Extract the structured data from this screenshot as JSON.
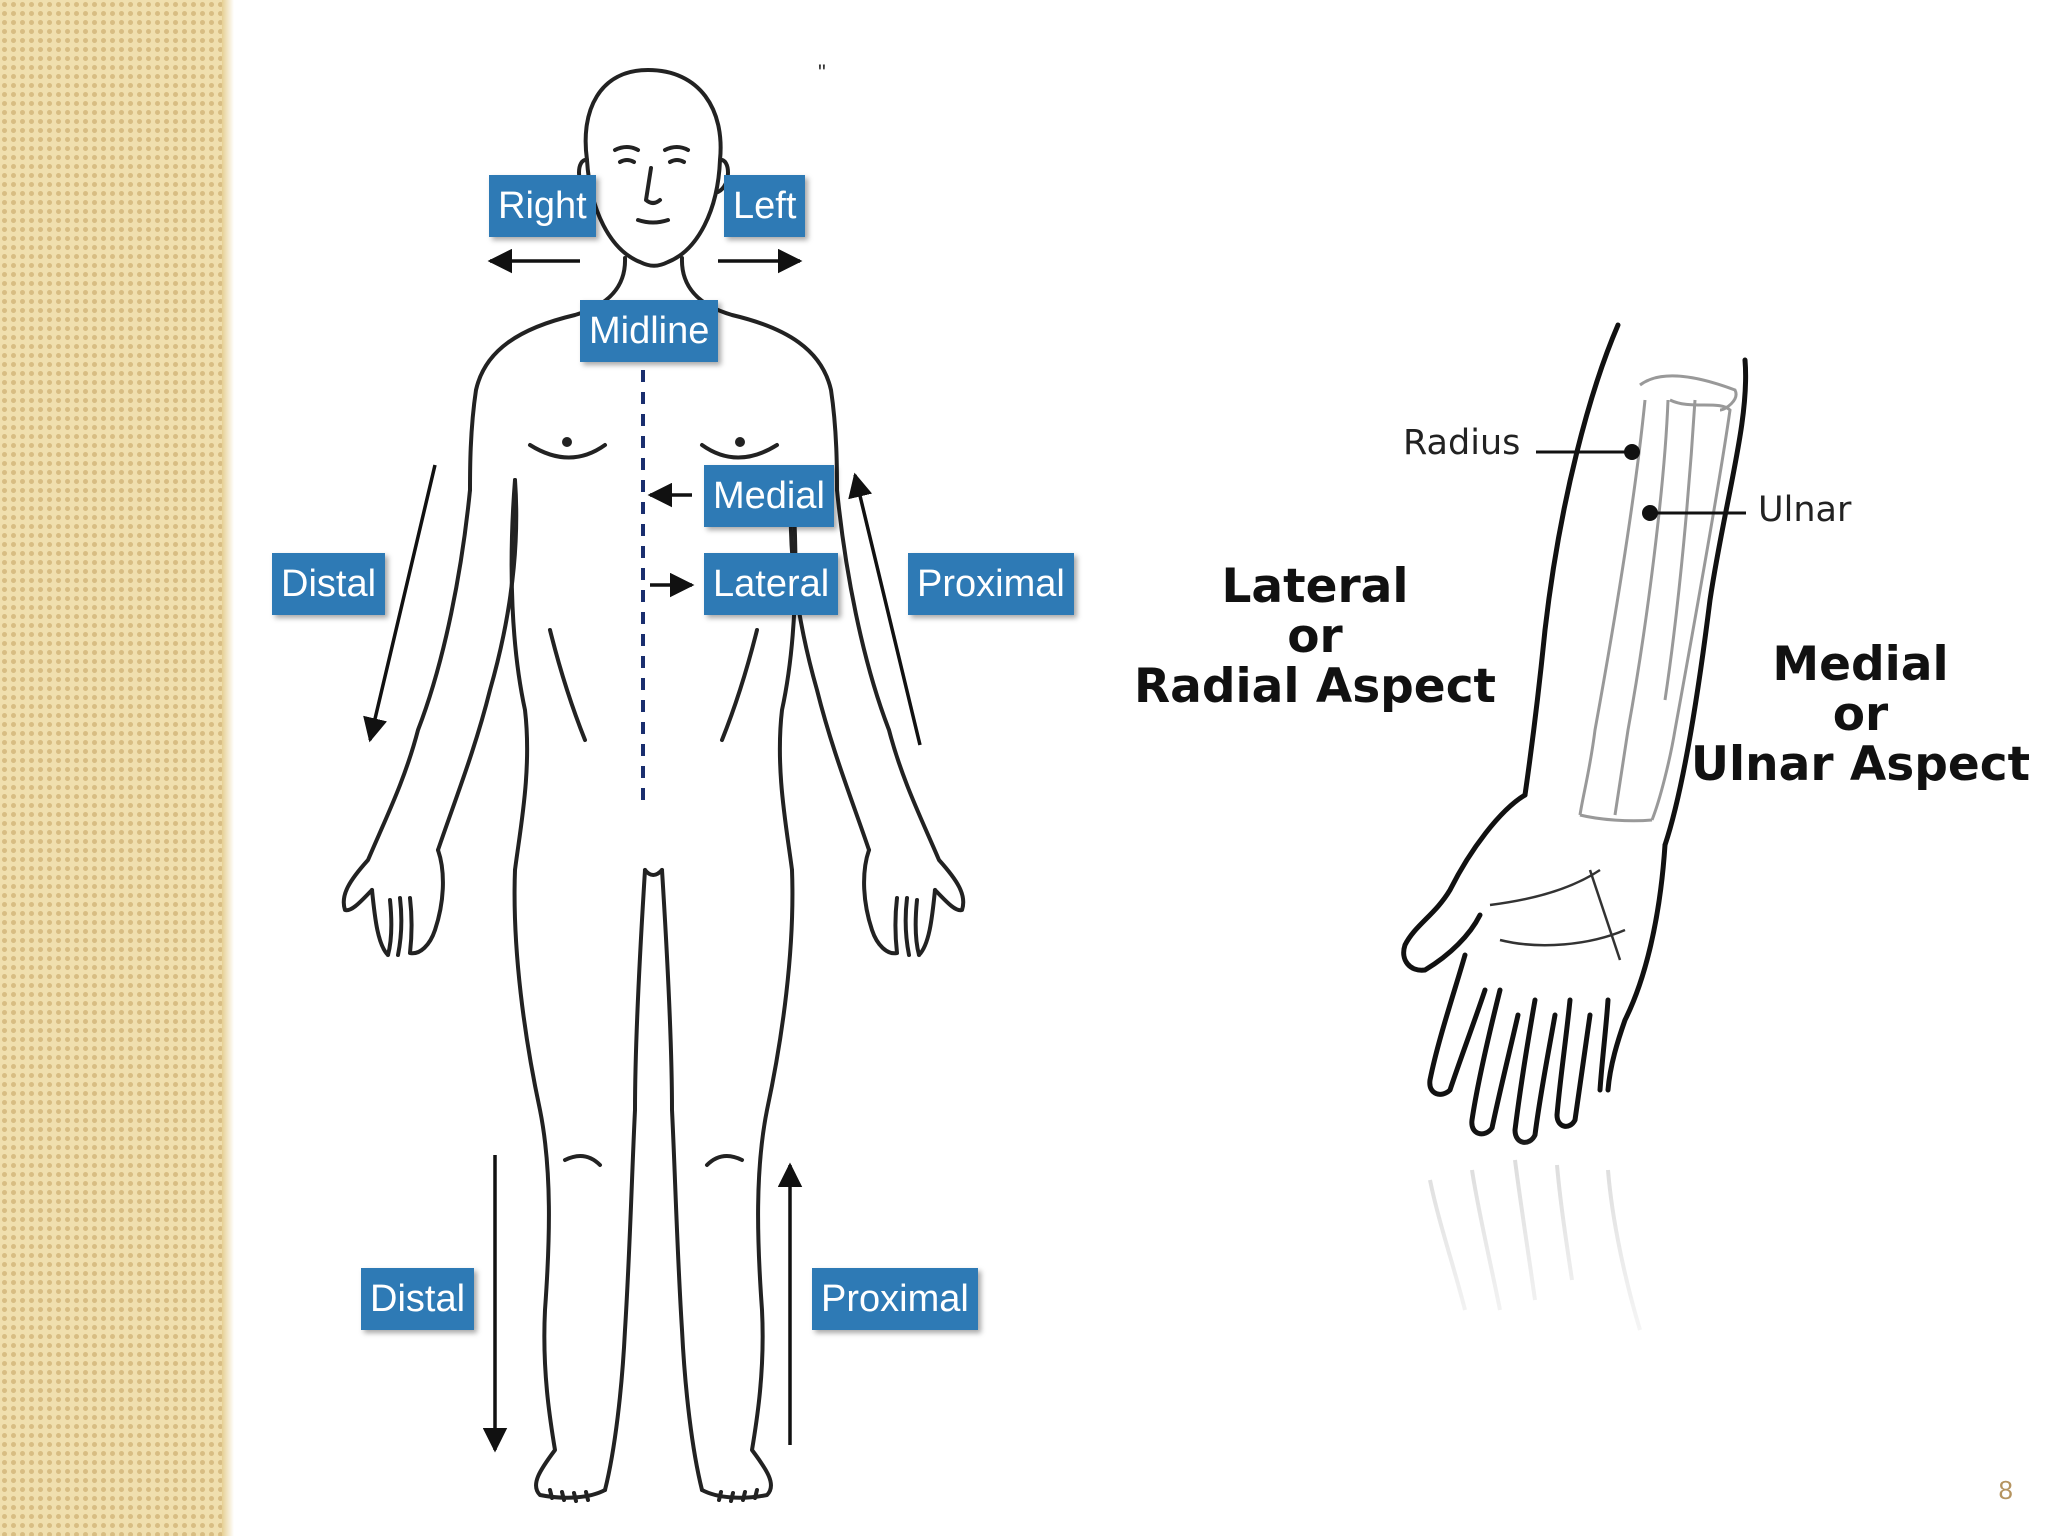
{
  "slide": {
    "page_number": "8"
  },
  "body_diagram": {
    "labels": {
      "right": "Right",
      "left": "Left",
      "midline": "Midline",
      "medial": "Medial",
      "lateral": "Lateral",
      "distal_arm": "Distal",
      "proximal_arm": "Proximal",
      "distal_leg": "Distal",
      "proximal_leg": "Proximal"
    },
    "label_color": "#2e7ab5"
  },
  "arm_diagram": {
    "bones": {
      "radius": "Radius",
      "ulnar": "Ulnar"
    },
    "lateral_aspect": {
      "line1": "Lateral",
      "line2": "or",
      "line3": "Radial Aspect"
    },
    "medial_aspect": {
      "line1": "Medial",
      "line2": "or",
      "line3": "Ulnar Aspect"
    }
  },
  "theme": {
    "sidebar_color": "#f0dfae",
    "accent": "#2e7ab5"
  }
}
